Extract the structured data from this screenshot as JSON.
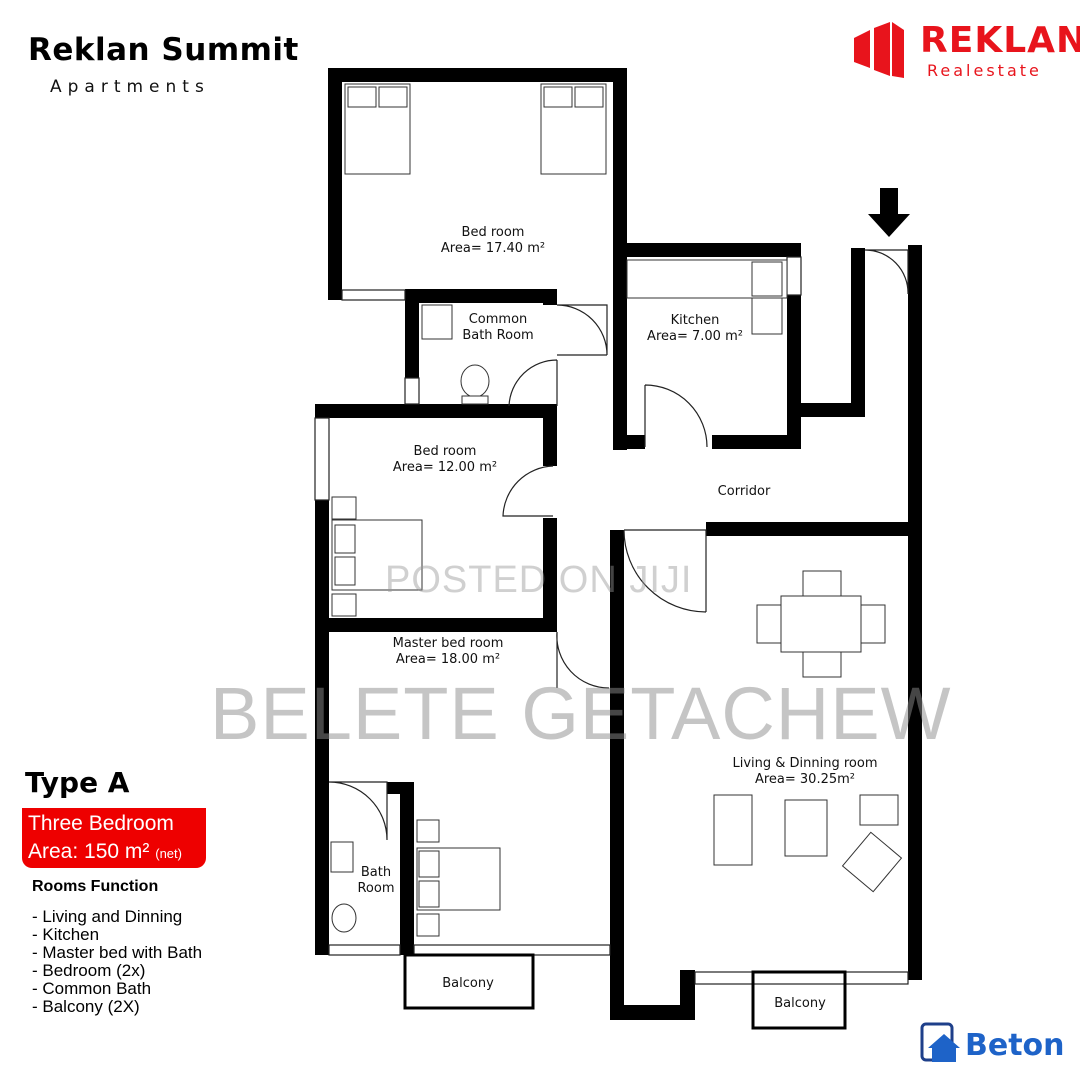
{
  "header": {
    "title": "Reklan Summit",
    "subtitle": "Apartments"
  },
  "brand": {
    "name": "REKLAN",
    "tagline": "Realestate",
    "color": "#e8141c"
  },
  "rooms": {
    "bedroom_top": {
      "name": "Bed room",
      "area": "Area= 17.40 m²"
    },
    "common_bath": {
      "name": "Common",
      "name2": "Bath Room"
    },
    "kitchen": {
      "name": "Kitchen",
      "area": "Area= 7.00 m²"
    },
    "bedroom_mid": {
      "name": "Bed room",
      "area": "Area= 12.00 m²"
    },
    "corridor": {
      "name": "Corridor"
    },
    "master": {
      "name": "Master bed room",
      "area": "Area= 18.00 m²"
    },
    "living": {
      "name": "Living & Dinning room",
      "area": "Area= 30.25m²"
    },
    "bath": {
      "name": "Bath",
      "name2": "Room"
    },
    "balcony_left": {
      "name": "Balcony"
    },
    "balcony_right": {
      "name": "Balcony"
    }
  },
  "entrance": {
    "icon": "arrow-down-icon"
  },
  "info": {
    "type": "Type A",
    "bedrooms": "Three Bedroom",
    "area": "Area: 150 m²",
    "area_note": "(net)",
    "accent": "#ee0000",
    "rooms_function_title": "Rooms Function",
    "rooms_function": [
      "- Living and Dinning",
      "- Kitchen",
      "- Master bed with Bath",
      "- Bedroom (2x)",
      "- Common Bath",
      "- Balcony (2X)"
    ]
  },
  "watermarks": {
    "line1": "POSTED ON JIJI",
    "line2": "BELETE GETACHEW"
  },
  "footer_logo": {
    "name": "Beton",
    "color": "#1e63c8"
  }
}
